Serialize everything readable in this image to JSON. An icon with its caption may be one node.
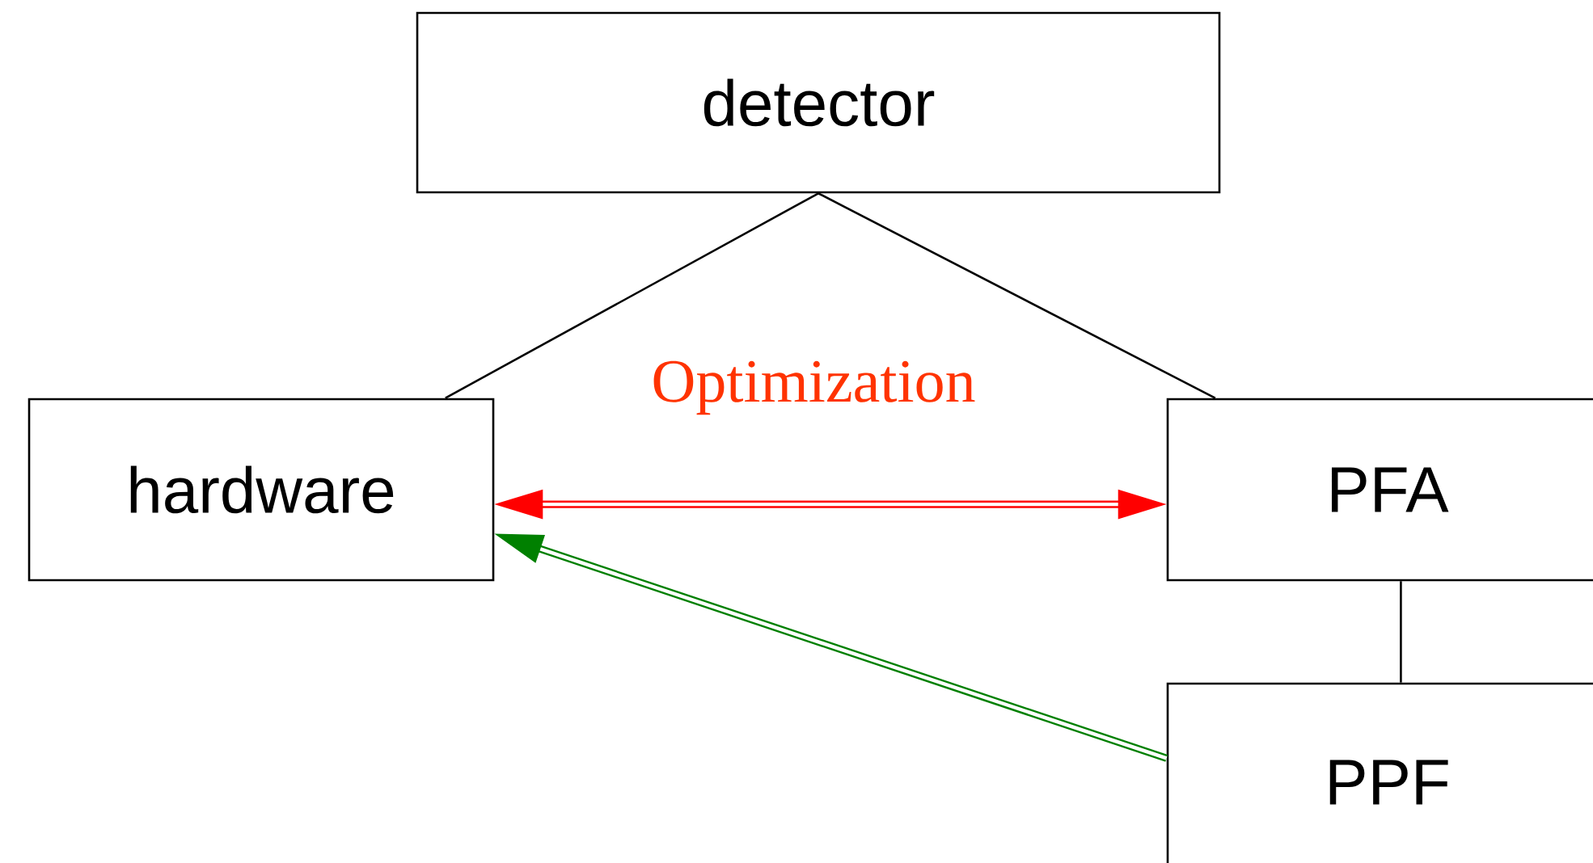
{
  "diagram": {
    "nodes": [
      {
        "text": [
          "detector"
        ]
      },
      {
        "text": [
          "hardware"
        ]
      },
      {
        "text": [
          "PFA"
        ]
      },
      {
        "text": [
          "PPF"
        ]
      }
    ],
    "edges": [
      {
        "from": 0,
        "to": 1,
        "arrow": "none"
      },
      {
        "from": 0,
        "to": 2,
        "arrow": "none"
      },
      {
        "from": 1,
        "to": 2,
        "arrow": "both",
        "label": "Optimization",
        "style": "thick",
        "color": "#ff0000"
      },
      {
        "from": 2,
        "to": 3,
        "arrow": "none"
      },
      {
        "from": 3,
        "to": 1,
        "arrow": "to",
        "style": "thick",
        "color": "#008000"
      }
    ]
  }
}
